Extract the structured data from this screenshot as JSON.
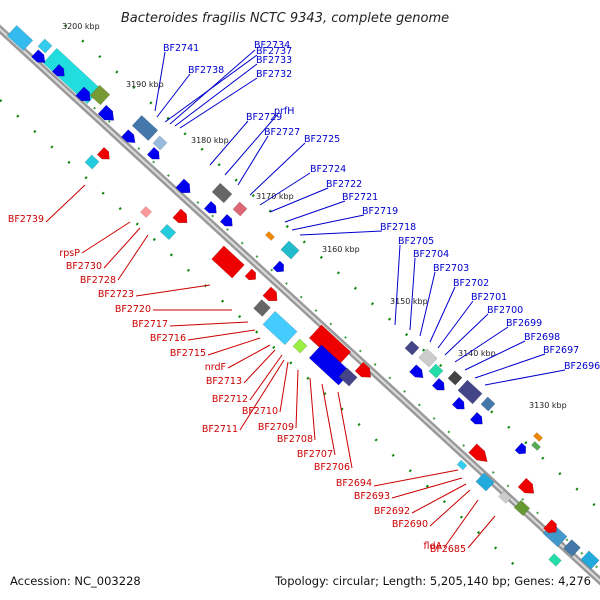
{
  "title": "Bacteroides fragilis NCTC 9343, complete genome",
  "footer": {
    "accession": "Accession: NC_003228",
    "summary": "Topology: circular; Length: 5,205,140 bp; Genes: 4,276"
  },
  "kbp_ticks": [
    "3200 kbp",
    "3190 kbp",
    "3180 kbp",
    "3170 kbp",
    "3160 kbp",
    "3150 kbp",
    "3140 kbp",
    "3130 kbp"
  ],
  "forward_labels": [
    "BF2741",
    "BF2738",
    "BF2737",
    "BF2734",
    "BF2733",
    "BF2732",
    "BF2729",
    "prfH",
    "BF2727",
    "BF2725",
    "BF2724",
    "BF2722",
    "BF2721",
    "BF2719",
    "BF2718",
    "BF2705",
    "BF2704",
    "BF2703",
    "BF2702",
    "BF2701",
    "BF2700",
    "BF2699",
    "BF2698",
    "BF2697",
    "BF2696"
  ],
  "reverse_labels": [
    "BF2739",
    "rpsP",
    "BF2730",
    "BF2728",
    "BF2723",
    "BF2720",
    "BF2717",
    "BF2716",
    "BF2715",
    "nrdF",
    "BF2713",
    "BF2712",
    "BF2711",
    "BF2710",
    "BF2709",
    "BF2708",
    "BF2707",
    "BF2706",
    "BF2694",
    "BF2693",
    "BF2692",
    "BF2690",
    "fldA",
    "BF2685"
  ],
  "colors": {
    "forward_gene": "#0000ee",
    "reverse_gene": "#ee0000",
    "backbone": "#888888",
    "tick_dot": "#118811"
  }
}
